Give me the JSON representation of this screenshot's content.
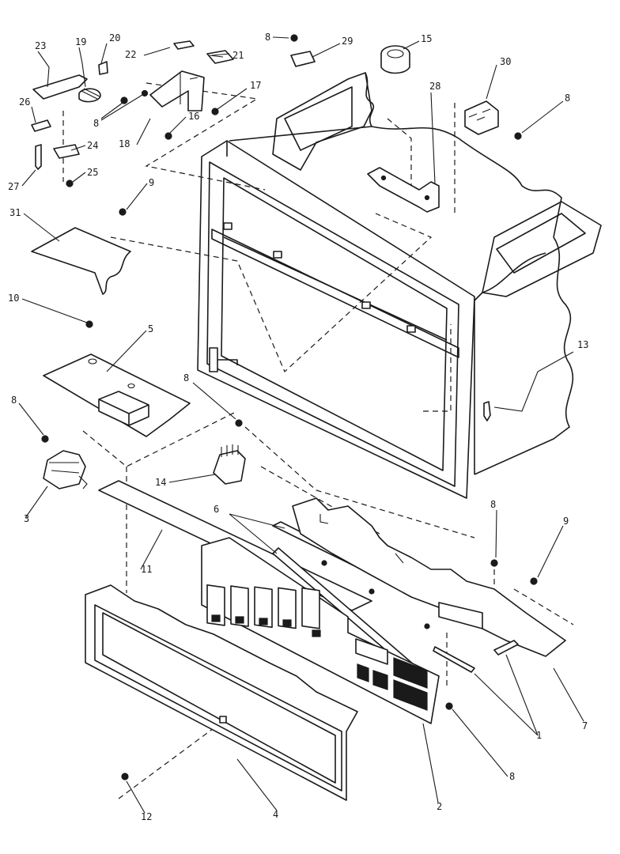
{
  "callouts": {
    "c1": "1",
    "c2": "2",
    "c3": "3",
    "c4": "4",
    "c5": "5",
    "c6": "6",
    "c7": "7",
    "c8a": "8",
    "c8b": "8",
    "c8c": "8",
    "c8d": "8",
    "c8e": "8",
    "c8f": "8",
    "c8g": "8",
    "c9a": "9",
    "c9b": "9",
    "c10": "10",
    "c11": "11",
    "c12": "12",
    "c13": "13",
    "c14": "14",
    "c15": "15",
    "c16": "16",
    "c17": "17",
    "c18": "18",
    "c19": "19",
    "c20": "20",
    "c21": "21",
    "c22": "22",
    "c23": "23",
    "c24": "24",
    "c25": "25",
    "c26": "26",
    "c27": "27",
    "c28": "28",
    "c29": "29",
    "c30": "30",
    "c31": "31"
  },
  "colors": {
    "ink": "#1a1a1a",
    "paper": "#ffffff"
  }
}
